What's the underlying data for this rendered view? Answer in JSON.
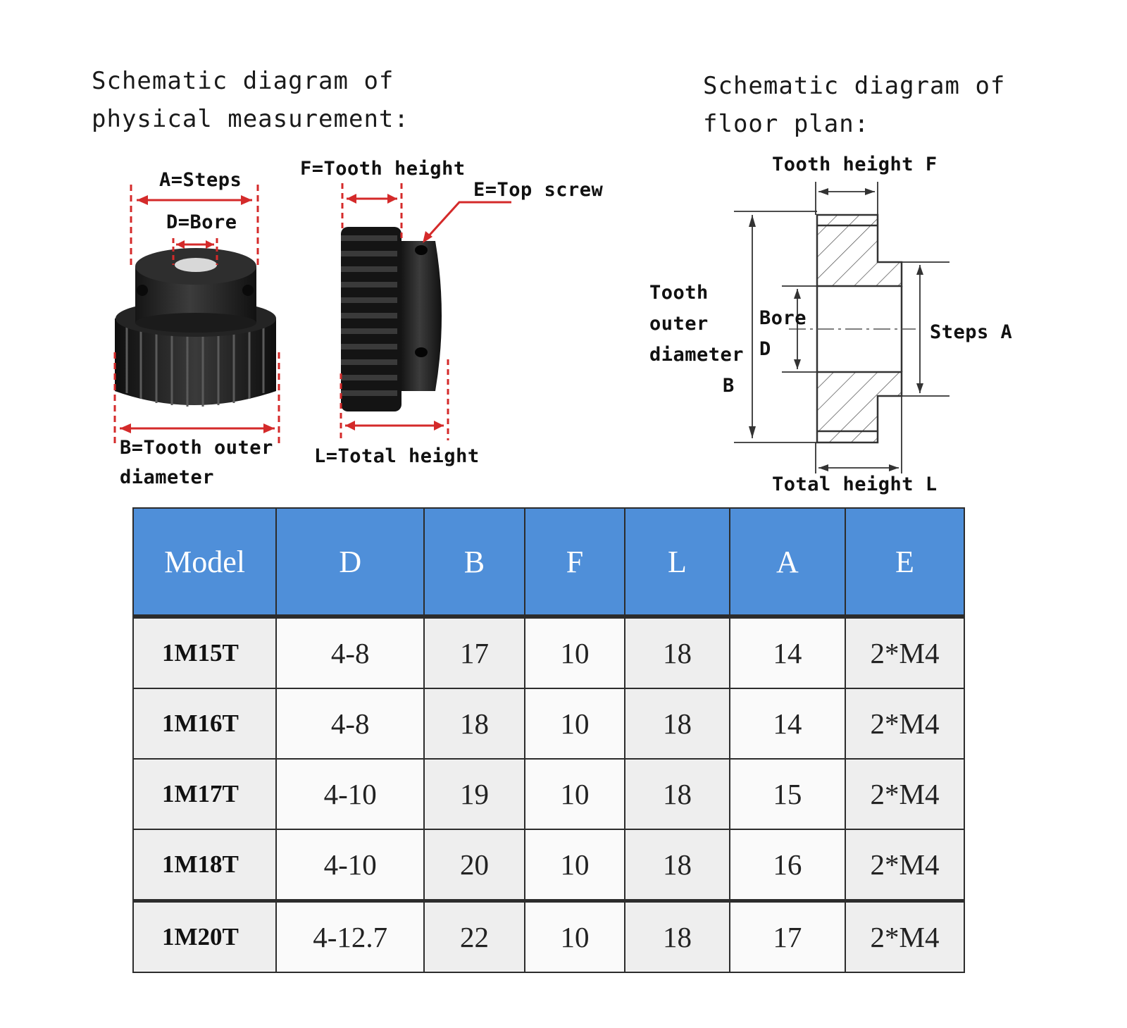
{
  "left_panel": {
    "title_line1": "Schematic diagram of",
    "title_line2": "physical measurement:",
    "labels": {
      "a_steps": "A=Steps",
      "d_bore": "D=Bore",
      "f_tooth_height": "F=Tooth height",
      "e_top_screw": "E=Top screw",
      "b_line1": "B=Tooth outer",
      "b_line2": "diameter",
      "l_total_height": "L=Total height"
    }
  },
  "right_panel": {
    "title_line1": "Schematic diagram of",
    "title_line2": "floor plan:",
    "labels": {
      "tooth_height_f": "Tooth height F",
      "tod_line1": "Tooth",
      "tod_line2": "outer",
      "tod_line3": "diameter",
      "tod_line4": "B",
      "bore": "Bore",
      "bore_d": "D",
      "steps_a": "Steps A",
      "total_height_l": "Total height L"
    }
  },
  "table": {
    "headers": [
      "Model",
      "D",
      "B",
      "F",
      "L",
      "A",
      "E"
    ],
    "rows": [
      [
        "1M15T",
        "4-8",
        "17",
        "10",
        "18",
        "14",
        "2*M4"
      ],
      [
        "1M16T",
        "4-8",
        "18",
        "10",
        "18",
        "14",
        "2*M4"
      ],
      [
        "1M17T",
        "4-10",
        "19",
        "10",
        "18",
        "15",
        "2*M4"
      ],
      [
        "1M18T",
        "4-10",
        "20",
        "10",
        "18",
        "16",
        "2*M4"
      ],
      [
        "1M20T",
        "4-12.7",
        "22",
        "10",
        "18",
        "17",
        "2*M4"
      ]
    ],
    "header_color": "#4f8fd9"
  },
  "colors": {
    "dimension_red": "#d42a2a",
    "gear_black": "#1e1e1e"
  }
}
